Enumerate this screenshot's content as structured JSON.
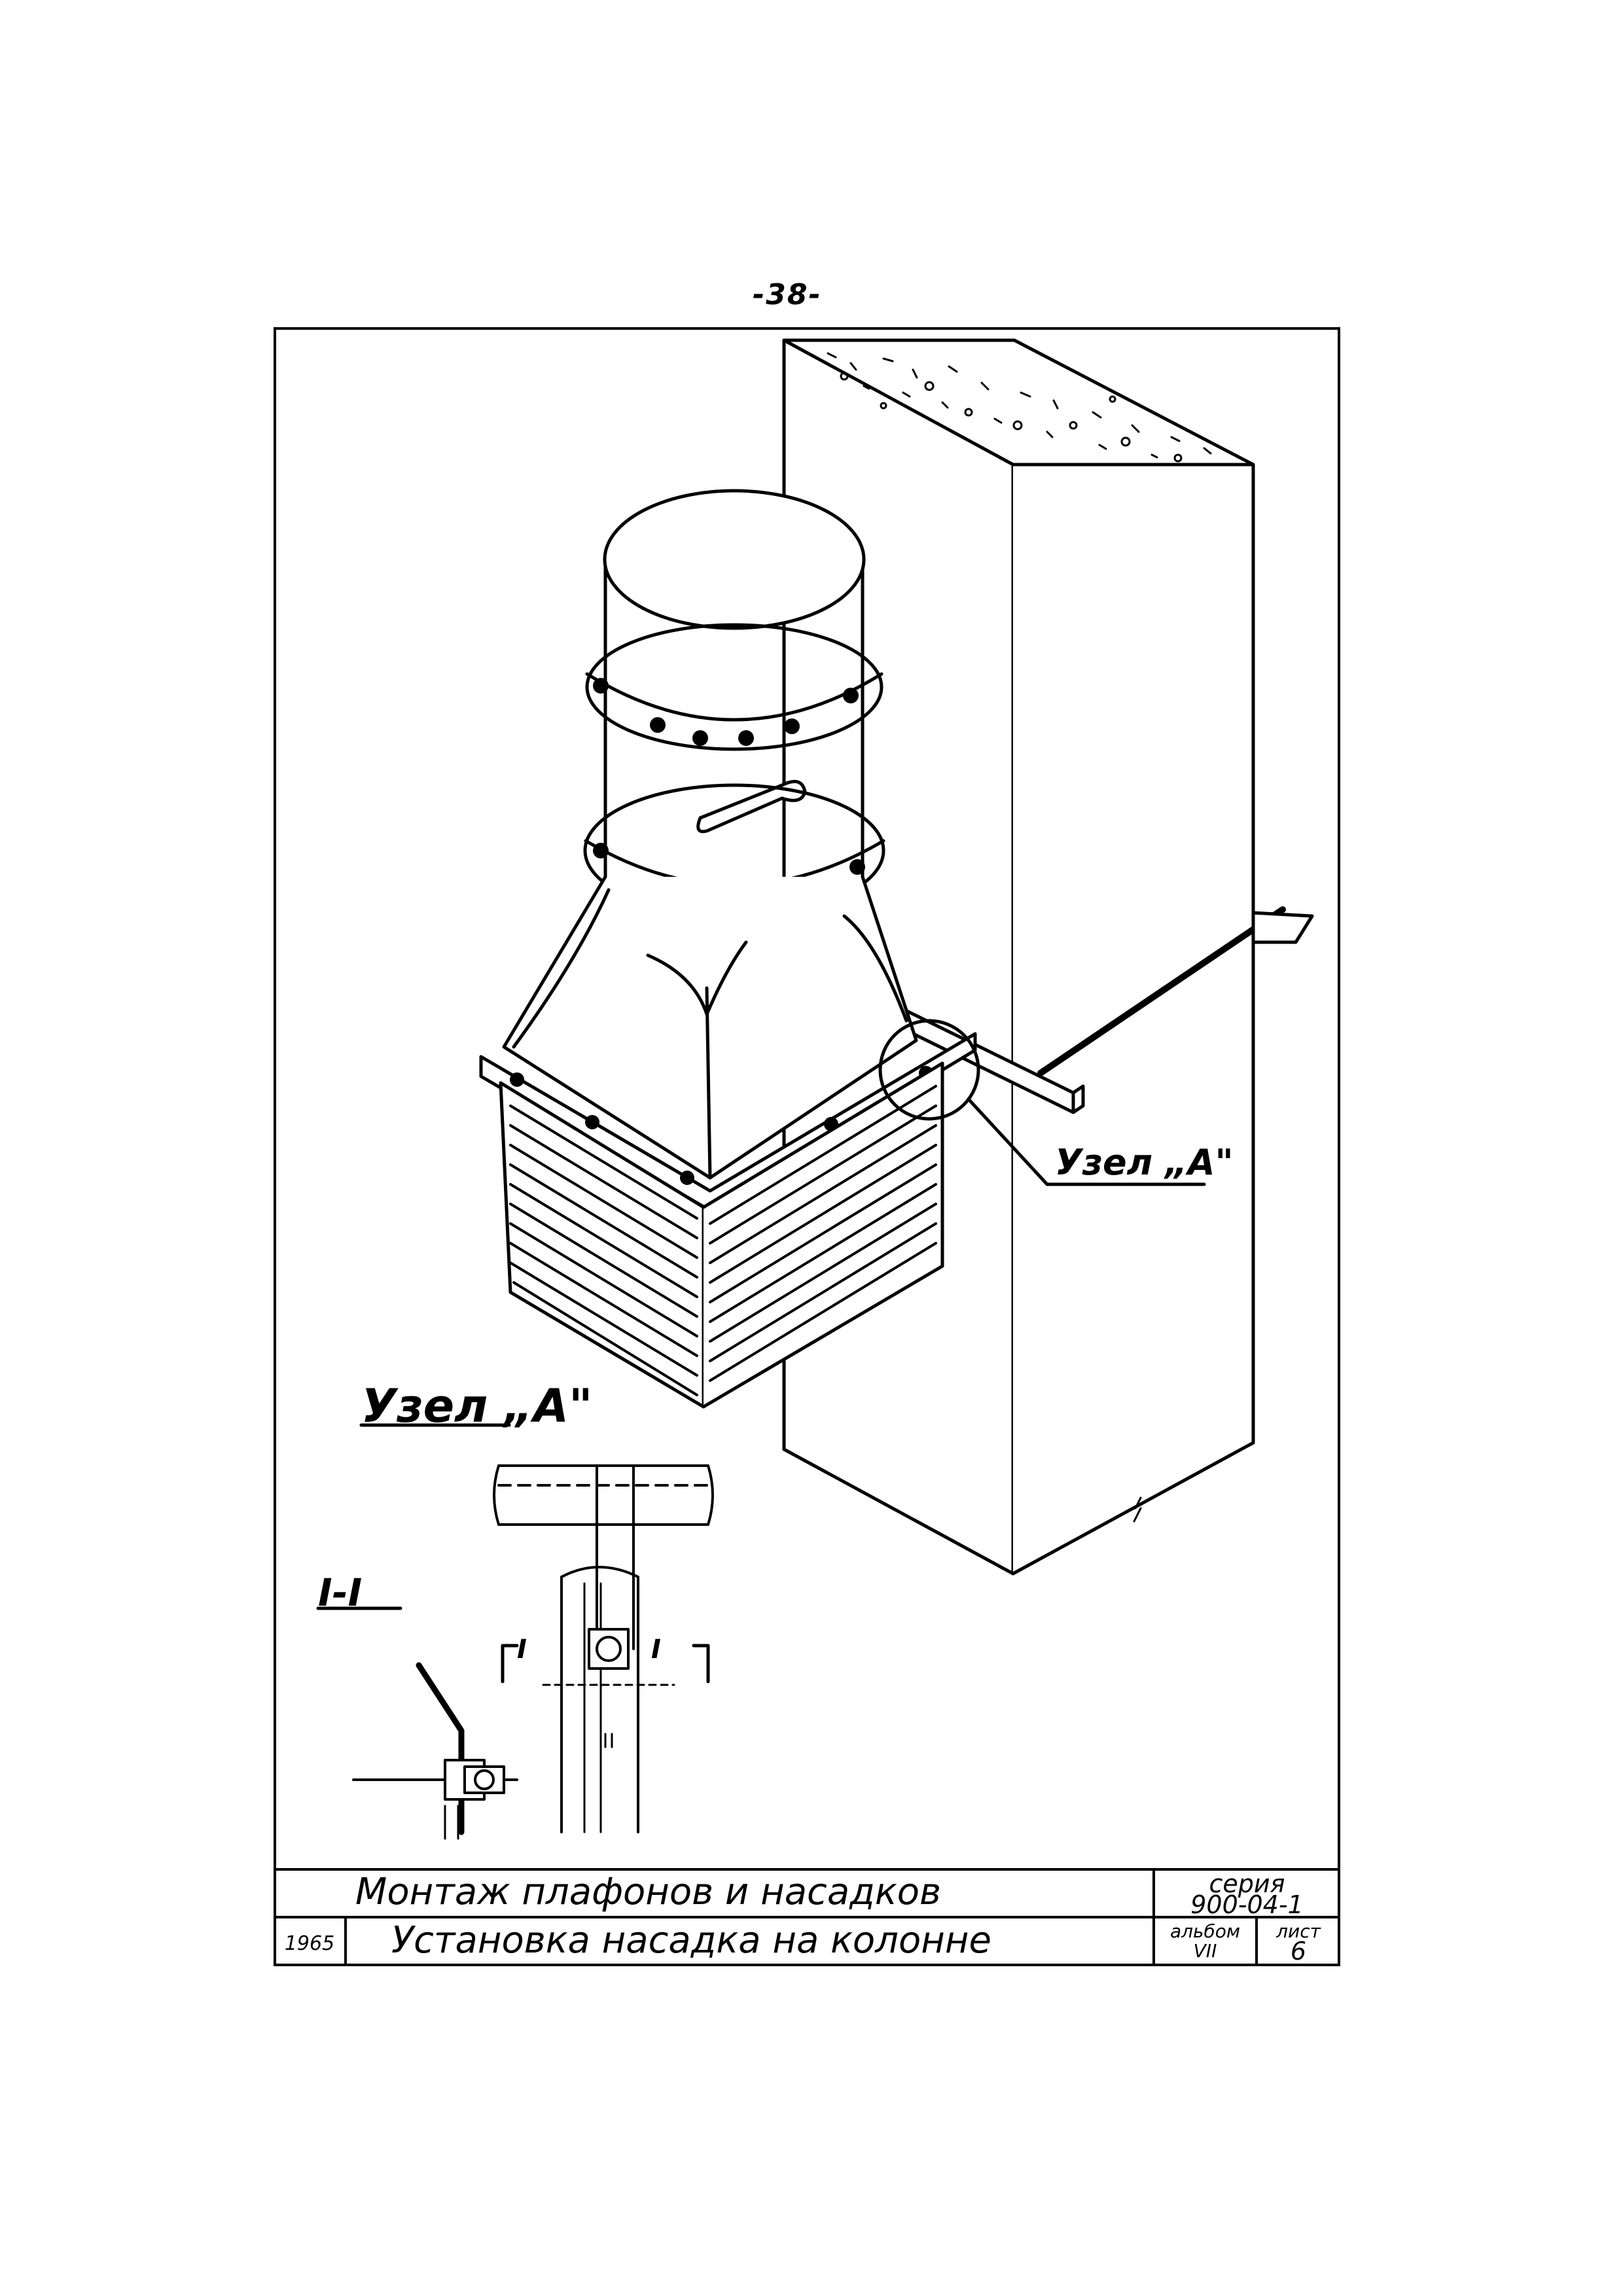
{
  "page": {
    "number": "-38-"
  },
  "drawing": {
    "callout_label": "Узел „А\"",
    "detail_title": "Узел „А\"",
    "section_label": "I-I",
    "section_marks": [
      "I",
      "I"
    ]
  },
  "title_block": {
    "title": "Монтаж плафонов и насадков",
    "subtitle": "Установка насадка на колонне",
    "year": "1965",
    "series_label": "серия",
    "series_value": "900-04-1",
    "album_label": "альбом",
    "album_value": "VII",
    "sheet_label": "лист",
    "sheet_value": "6"
  }
}
